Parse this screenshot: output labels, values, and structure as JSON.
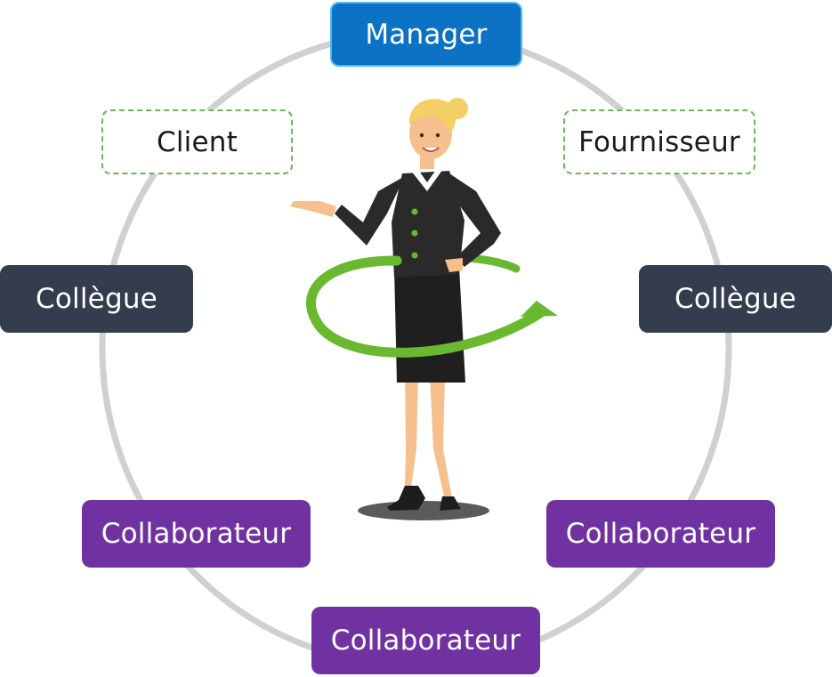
{
  "colors": {
    "ring": "#d0d0d0",
    "manager_fill": "#0b72c4",
    "manager_border": "#52b8f0",
    "external_border": "#6fb45a",
    "colleague_fill": "#333d4e",
    "collaborator_fill": "#7032a0",
    "arrow": "#6ab830"
  },
  "diagram": {
    "manager": "Manager",
    "client": "Client",
    "supplier": "Fournisseur",
    "colleague_left": "Collègue",
    "colleague_right": "Collègue",
    "collaborator_left": "Collaborateur",
    "collaborator_right": "Collaborateur",
    "collaborator_bottom": "Collaborateur"
  },
  "illustration": {
    "icon": "businesswoman-presenting-icon"
  }
}
